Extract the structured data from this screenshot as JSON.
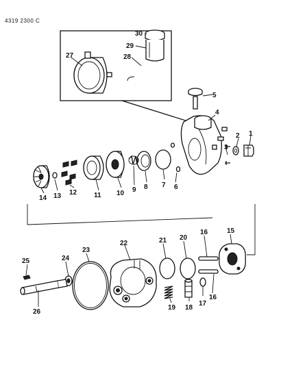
{
  "document_code": "4319 2300 C",
  "parts": [
    {
      "id": "p1",
      "number": "1"
    },
    {
      "id": "p2",
      "number": "2"
    },
    {
      "id": "p3",
      "number": "3"
    },
    {
      "id": "p4",
      "number": "4"
    },
    {
      "id": "p5",
      "number": "5"
    },
    {
      "id": "p6",
      "number": "6"
    },
    {
      "id": "p7",
      "number": "7"
    },
    {
      "id": "p8",
      "number": "8"
    },
    {
      "id": "p9",
      "number": "9"
    },
    {
      "id": "p10",
      "number": "10"
    },
    {
      "id": "p11",
      "number": "11"
    },
    {
      "id": "p12",
      "number": "12"
    },
    {
      "id": "p13",
      "number": "13"
    },
    {
      "id": "p14",
      "number": "14"
    },
    {
      "id": "p15",
      "number": "15"
    },
    {
      "id": "p16a",
      "number": "16"
    },
    {
      "id": "p16b",
      "number": "16"
    },
    {
      "id": "p17",
      "number": "17"
    },
    {
      "id": "p18",
      "number": "18"
    },
    {
      "id": "p19",
      "number": "19"
    },
    {
      "id": "p20",
      "number": "20"
    },
    {
      "id": "p21",
      "number": "21"
    },
    {
      "id": "p22",
      "number": "22"
    },
    {
      "id": "p23",
      "number": "23"
    },
    {
      "id": "p24",
      "number": "24"
    },
    {
      "id": "p25",
      "number": "25"
    },
    {
      "id": "p26",
      "number": "26"
    },
    {
      "id": "p27",
      "number": "27"
    },
    {
      "id": "p28",
      "number": "28"
    },
    {
      "id": "p29",
      "number": "29"
    },
    {
      "id": "p30",
      "number": "30"
    }
  ]
}
